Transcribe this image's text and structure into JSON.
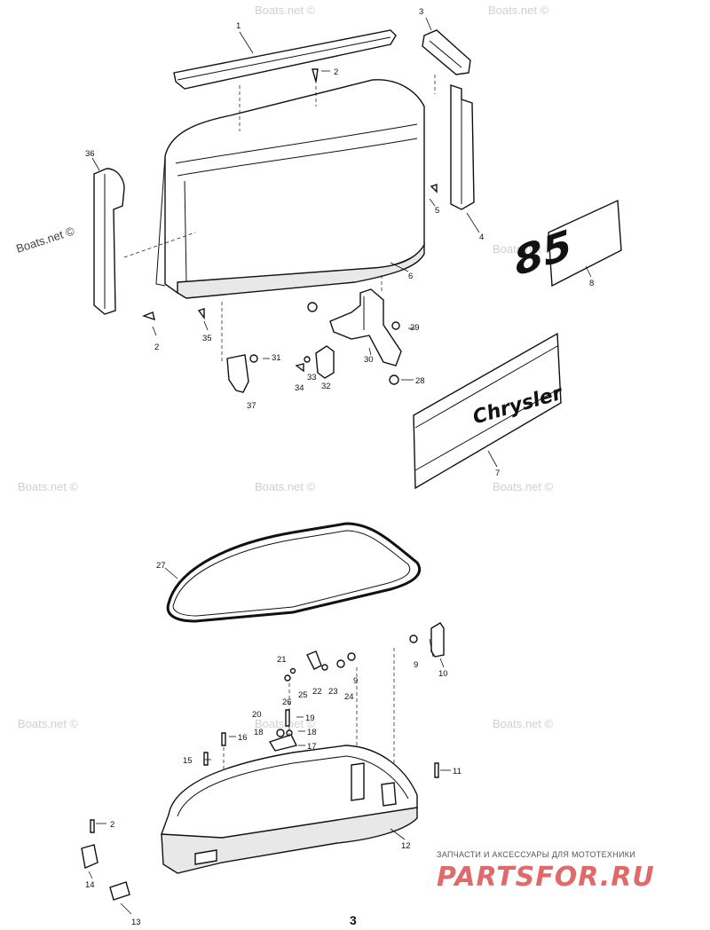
{
  "watermark_text": "Boats.net ©",
  "decals": {
    "model_number": "85",
    "brand": "Chrysler"
  },
  "page_number": "3",
  "branding": {
    "tagline": "ЗАПЧАСТИ И АКСЕССУАРЫ ДЛЯ МОТОТЕХНИКИ",
    "name": "PARTSFOR.RU"
  },
  "callouts": {
    "c1": "1",
    "c2a": "2",
    "c3": "3",
    "c4": "4",
    "c5": "5",
    "c6": "6",
    "c7": "7",
    "c8": "8",
    "c9a": "9",
    "c9b": "9",
    "c10": "10",
    "c11": "11",
    "c12": "12",
    "c13": "13",
    "c14": "14",
    "c15": "15",
    "c16": "16",
    "c17": "17",
    "c18a": "18",
    "c18b": "18",
    "c19": "19",
    "c20": "20",
    "c21": "21",
    "c22": "22",
    "c23": "23",
    "c24": "24",
    "c25": "25",
    "c26": "26",
    "c27": "27",
    "c28": "28",
    "c29": "29",
    "c30": "30",
    "c31": "31",
    "c32": "32",
    "c33": "33",
    "c34": "34",
    "c35": "35",
    "c36": "36",
    "c37": "37",
    "c2b": "2",
    "c2c": "2"
  }
}
